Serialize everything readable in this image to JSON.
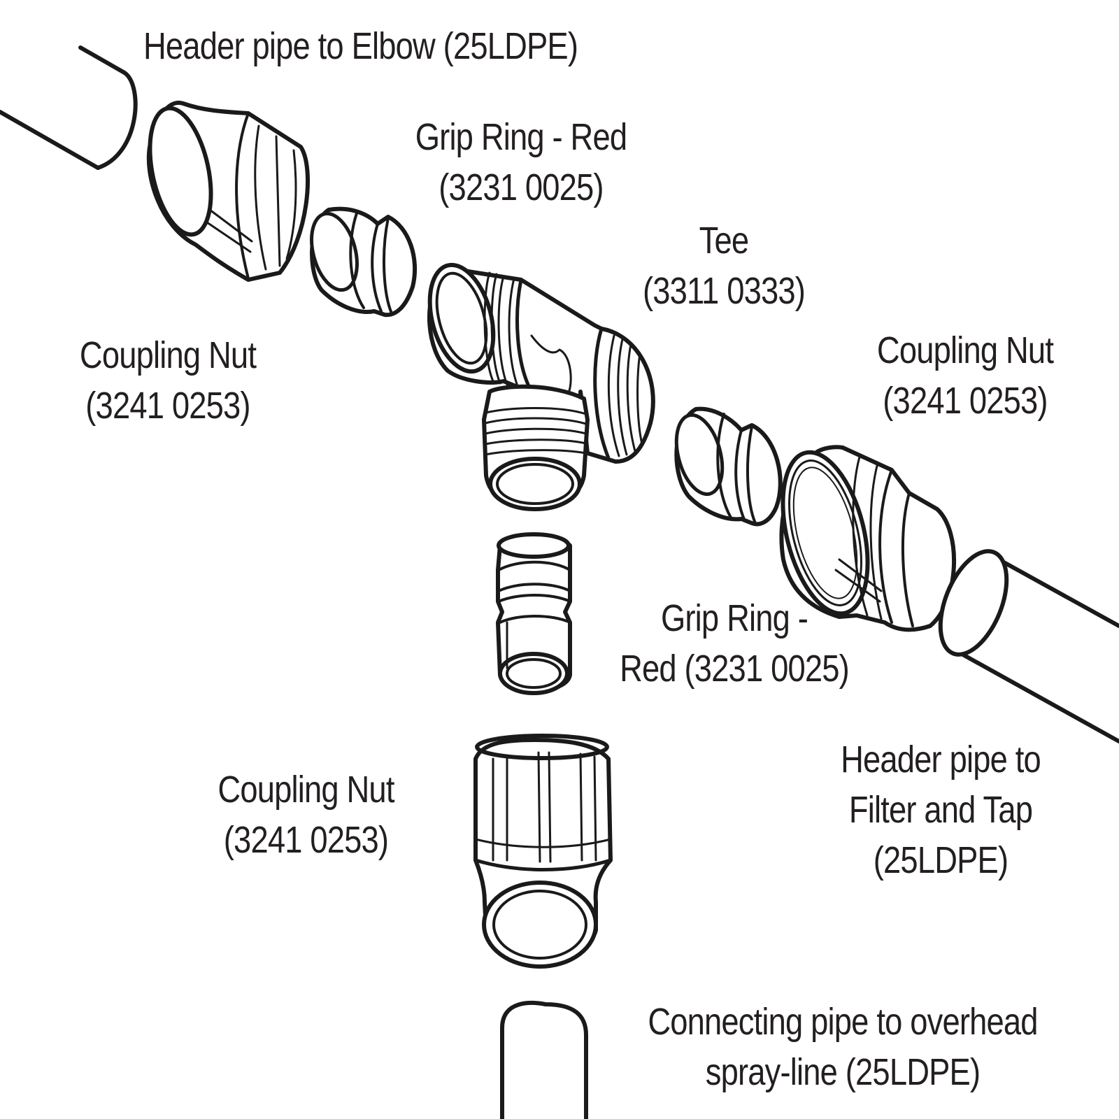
{
  "labels": {
    "header_pipe_elbow": {
      "line1": "Header pipe to Elbow (25LDPE)"
    },
    "grip_ring_top": {
      "line1": "Grip Ring - Red",
      "line2": "(3231 0025)"
    },
    "tee": {
      "line1": "Tee",
      "line2": "(3311 0333)"
    },
    "coupling_nut_left": {
      "line1": "Coupling Nut",
      "line2": "(3241 0253)"
    },
    "coupling_nut_right": {
      "line1": "Coupling Nut",
      "line2": "(3241 0253)"
    },
    "grip_ring_bottom": {
      "line1": "Grip Ring -",
      "line2": "Red (3231 0025)"
    },
    "coupling_nut_bottom": {
      "line1": "Coupling Nut",
      "line2": "(3241 0253)"
    },
    "header_pipe_filter": {
      "line1": "Header pipe to",
      "line2": "Filter and Tap",
      "line3": "(25LDPE)"
    },
    "connecting_pipe": {
      "line1": "Connecting pipe to overhead",
      "line2": "spray-line (25LDPE)"
    }
  },
  "colors": {
    "line": "#1a1a1a",
    "text": "#231f20",
    "background": "#ffffff"
  }
}
